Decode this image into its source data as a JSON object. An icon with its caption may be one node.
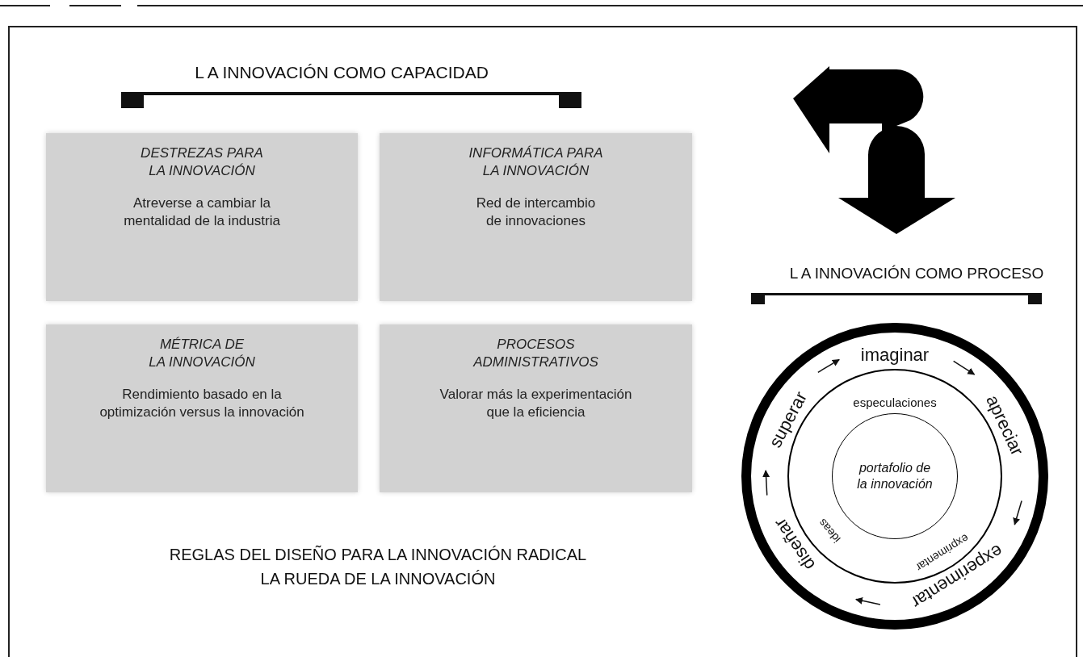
{
  "diagram": {
    "nodes": [
      {
        "text": [
          "DESTREZAS PARA LA INNOVACIÓN",
          "Atreverse a cambiar la mentalidad de la industria"
        ]
      },
      {
        "text": [
          "INFORMÁTICA PARA LA INNOVACIÓN",
          "Red de intercambio de innovaciones"
        ]
      },
      {
        "text": [
          "MÉTRICA DE LA INNOVACIÓN",
          "Rendimiento basado en la optimización versus la innovación"
        ]
      },
      {
        "text": [
          "PROCESOS ADMINISTRATIVOS",
          "Valorar más la experimentación que la eficiencia"
        ]
      },
      {
        "text": [],
        "shape": "circle"
      },
      {
        "text": [
          "imaginar"
        ],
        "in": 4
      },
      {
        "text": [
          "apreciar"
        ],
        "in": 4
      },
      {
        "text": [
          "experimentar"
        ],
        "in": 4
      },
      {
        "text": [
          "diseñar"
        ],
        "in": 4
      },
      {
        "text": [
          "superar"
        ],
        "in": 4
      },
      {
        "text": [
          "especulaciones",
          "exprimentar",
          "ideas"
        ],
        "in": 4
      },
      {
        "text": [
          "portafolio de la innovación"
        ],
        "in": 10
      }
    ],
    "edges": [
      {
        "from": 5,
        "to": 6,
        "arrow": "to"
      },
      {
        "from": 6,
        "to": 7,
        "arrow": "to"
      },
      {
        "from": 7,
        "to": 8,
        "arrow": "to"
      },
      {
        "from": 8,
        "to": 9,
        "arrow": "to"
      },
      {
        "from": 9,
        "to": 5,
        "arrow": "to"
      }
    ],
    "labels": [
      "L A INNOVACIÓN COMO CAPACIDAD",
      "L A INNOVACIÓN COMO PROCESO",
      "REGLAS DEL DISEÑO PARA LA INNOVACIÓN RADICAL",
      "LA RUEDA DE LA INNOVACIÓN"
    ]
  }
}
